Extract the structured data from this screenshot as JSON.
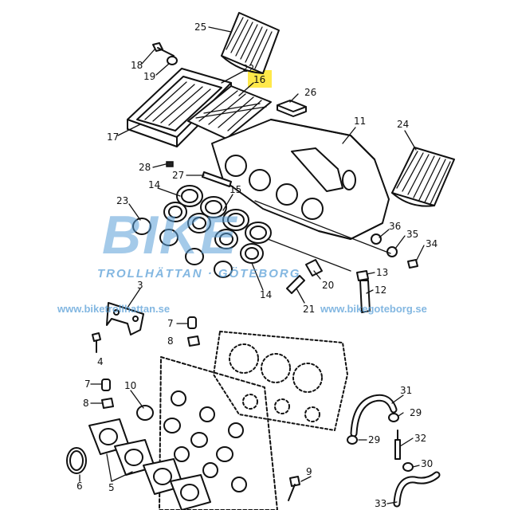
{
  "highlight_color": "#ffe94a",
  "watermark_color": "#5aa0d8",
  "watermark": {
    "brand": "BIKE",
    "tagline": "TROLLHÄTTAN · GÖTEBORG",
    "url_left": "www.biketrollhattan.se",
    "url_right": "www.bikegoteborg.se"
  },
  "callouts": {
    "c25": "25",
    "c18": "18",
    "c19": "19",
    "c22": "22",
    "c16": "16",
    "c26": "26",
    "c11": "11",
    "c17": "17",
    "c24": "24",
    "c28": "28",
    "c27": "27",
    "c14a": "14",
    "c15": "15",
    "c23": "23",
    "c36": "36",
    "c35": "35",
    "c34": "34",
    "c13": "13",
    "c20": "20",
    "c12": "12",
    "c3": "3",
    "c14b": "14",
    "c21": "21",
    "c7a": "7",
    "c4": "4",
    "c8a": "8",
    "c7b": "7",
    "c8b": "8",
    "c10": "10",
    "c31": "31",
    "c29a": "29",
    "c32": "32",
    "c29b": "29",
    "c30": "30",
    "c6": "6",
    "c5": "5",
    "c9": "9",
    "c33": "33"
  }
}
